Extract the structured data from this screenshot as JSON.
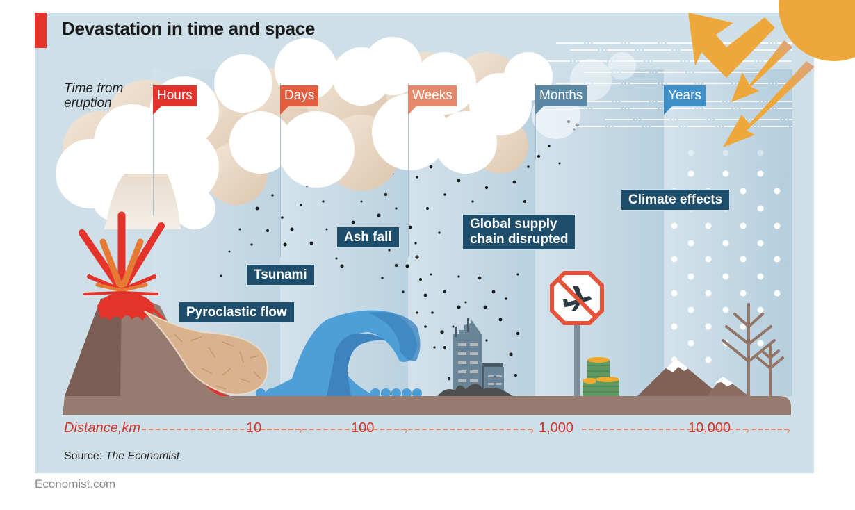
{
  "title": "Devastation in time and space",
  "time_axis": {
    "label": "Time from eruption",
    "label_line1": "Time from",
    "label_line2": "eruption",
    "flags": [
      {
        "label": "Hours",
        "color": "#e1332c"
      },
      {
        "label": "Days",
        "color": "#e45c3e"
      },
      {
        "label": "Weeks",
        "color": "#e4896c"
      },
      {
        "label": "Months",
        "color": "#5a88a4"
      },
      {
        "label": "Years",
        "color": "#3f8fc9"
      }
    ]
  },
  "events": [
    {
      "label": "Pyroclastic flow"
    },
    {
      "label": "Tsunami"
    },
    {
      "label": "Ash fall"
    },
    {
      "label": "Global supply",
      "label_line2": "chain disrupted"
    },
    {
      "label": "Climate effects"
    }
  ],
  "distance_axis": {
    "label": "Distance,km",
    "ticks": [
      "10",
      "100",
      "1,000",
      "10,000"
    ]
  },
  "source": {
    "prefix": "Source:",
    "name": "The Economist"
  },
  "footer": "Economist.com",
  "icons": [
    "volcano-icon",
    "ash-cloud-icon",
    "tsunami-wave-icon",
    "damaged-buildings-icon",
    "no-flights-sign-icon",
    "money-stack-icon",
    "sun-icon",
    "reflected-sunlight-arrows-icon",
    "snowy-mountains-icon",
    "bare-tree-icon",
    "snowfall-icon"
  ],
  "colors": {
    "background": "#cfdfe8",
    "accent_red": "#e3332b",
    "label_navy": "#1e4e6c",
    "ground_brown": "#977b70",
    "axis_red": "#d0342c",
    "sun_orange": "#eea73a",
    "wave_blue": "#4e9fd8"
  }
}
